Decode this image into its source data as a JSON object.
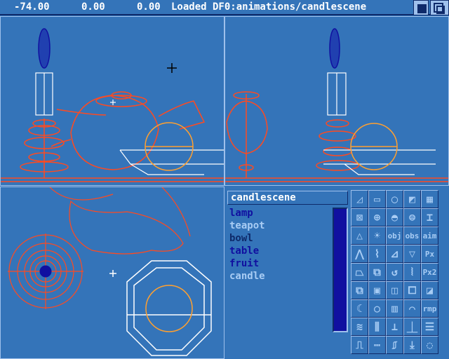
{
  "status_bar": {
    "x": "-74.00",
    "y": "0.00",
    "z": "0.00",
    "message": "Loaded DF0:animations/candlescene"
  },
  "window_buttons": [
    "depth-back-icon",
    "depth-front-icon"
  ],
  "colors": {
    "background": "#3474b9",
    "dark": "#0e2a6a",
    "light": "#9ec0ec",
    "wire_orange": "#ff4a20",
    "wire_white": "#ffffff",
    "selected_dark_blue": "#1010a0"
  },
  "scene": {
    "name": "candlescene",
    "objects": [
      {
        "label": "lamp",
        "color": "#1010a0"
      },
      {
        "label": "teapot",
        "color": "#a8ccf4"
      },
      {
        "label": "bowl",
        "color": "#0e2a6a"
      },
      {
        "label": "table",
        "color": "#1010a0"
      },
      {
        "label": "fruit",
        "color": "#1010a0"
      },
      {
        "label": "candle",
        "color": "#a8ccf4"
      }
    ]
  },
  "tools": [
    {
      "icon": "triangle-icon"
    },
    {
      "icon": "rectangle-icon"
    },
    {
      "icon": "circle-icon"
    },
    {
      "icon": "box-icon"
    },
    {
      "icon": "cube-icon"
    },
    {
      "icon": "envelope-icon"
    },
    {
      "icon": "sphere-icon"
    },
    {
      "icon": "hemisphere-icon"
    },
    {
      "icon": "cylinder-icon"
    },
    {
      "icon": "pedestal-icon"
    },
    {
      "icon": "cone-icon"
    },
    {
      "icon": "light-icon"
    },
    {
      "label": "obj"
    },
    {
      "label": "obs"
    },
    {
      "label": "aim"
    },
    {
      "icon": "split-icon"
    },
    {
      "icon": "path-icon"
    },
    {
      "icon": "flag-icon"
    },
    {
      "icon": "funnel-icon"
    },
    {
      "label": "Px"
    },
    {
      "icon": "trapezoid-icon"
    },
    {
      "icon": "stack-icon"
    },
    {
      "icon": "rotate-icon"
    },
    {
      "icon": "mirror-icon"
    },
    {
      "label": "Px2"
    },
    {
      "icon": "union-icon"
    },
    {
      "icon": "subtract-icon"
    },
    {
      "icon": "intersect-icon"
    },
    {
      "icon": "overlap-icon"
    },
    {
      "icon": "layer-icon"
    },
    {
      "icon": "open-curve-icon"
    },
    {
      "icon": "closed-curve-icon"
    },
    {
      "icon": "extrude-icon"
    },
    {
      "icon": "sweep-icon"
    },
    {
      "label": "rmp"
    },
    {
      "icon": "spray-icon"
    },
    {
      "icon": "comb-icon"
    },
    {
      "icon": "lathe-icon"
    },
    {
      "icon": "lathe-fill-icon"
    },
    {
      "icon": "plate-icon"
    },
    {
      "icon": "morph-icon"
    },
    {
      "icon": "keyframe-icon"
    },
    {
      "icon": "morph-path-icon"
    },
    {
      "icon": "drop-icon"
    },
    {
      "icon": "dotted-curve-icon"
    }
  ]
}
